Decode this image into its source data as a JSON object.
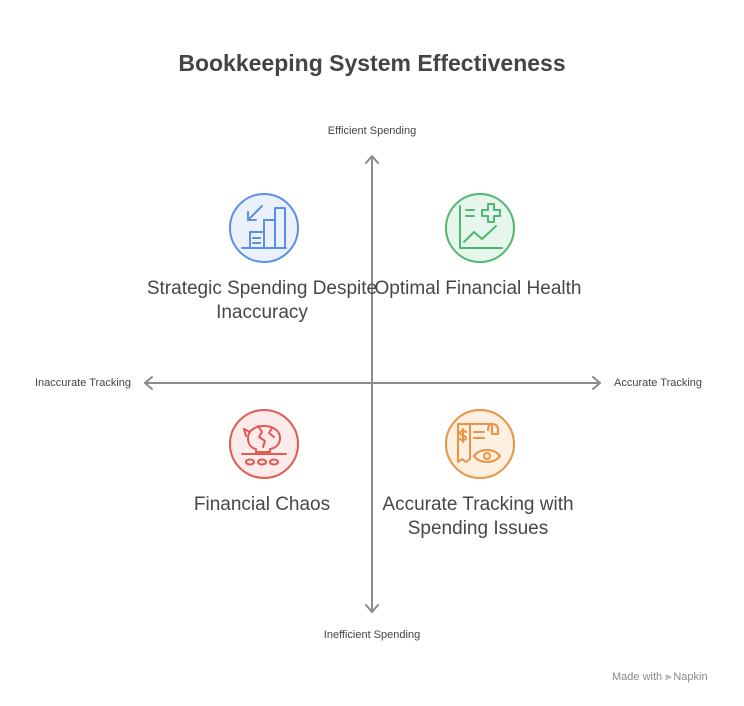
{
  "title": "Bookkeeping System Effectiveness",
  "axes": {
    "top": "Efficient Spending",
    "bottom": "Inefficient Spending",
    "left": "Inaccurate Tracking",
    "right": "Accurate Tracking"
  },
  "quadrants": {
    "top_left": {
      "label": "Strategic Spending Despite Inaccuracy",
      "icon": "bar-chart-down-arrow-icon",
      "color": "#5b8fe3"
    },
    "top_right": {
      "label": "Optimal Financial Health",
      "icon": "health-chart-icon",
      "color": "#4fb870"
    },
    "bottom_left": {
      "label": "Financial Chaos",
      "icon": "broken-piggy-bank-icon",
      "color": "#e05a52"
    },
    "bottom_right": {
      "label": "Accurate Tracking with Spending Issues",
      "icon": "receipt-eye-icon",
      "color": "#e89443"
    }
  },
  "footer": {
    "prefix": "Made with",
    "brand": "Napkin"
  }
}
